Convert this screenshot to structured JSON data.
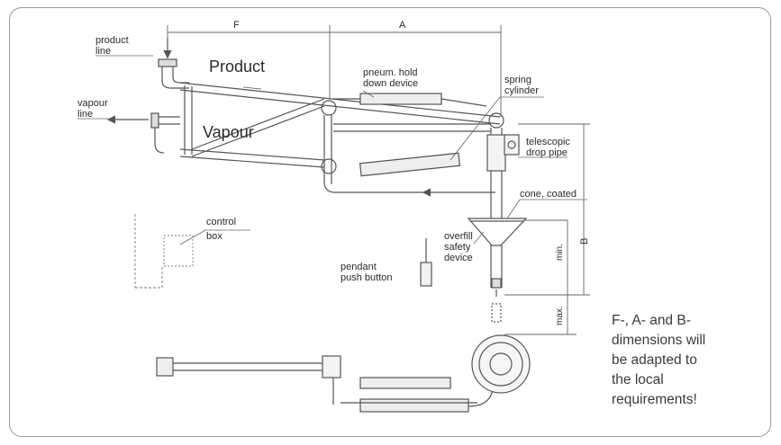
{
  "dimensions": {
    "f": "F",
    "a": "A",
    "b": "B",
    "min": "min.",
    "max": "max."
  },
  "labels": {
    "product_line": [
      "product",
      "line"
    ],
    "product": "Product",
    "vapour": "Vapour",
    "vapour_line": [
      "vapour",
      "line"
    ],
    "pneum_hold": [
      "pneum. hold",
      "down device"
    ],
    "spring_cylinder": [
      "spring",
      "cylinder"
    ],
    "telescopic": [
      "telescopic",
      "drop pipe"
    ],
    "cone": "cone, coated",
    "overfill": [
      "overfill",
      "safety",
      "device"
    ],
    "control_box": [
      "control",
      "box"
    ],
    "pendant": [
      "pendant",
      "push button"
    ]
  },
  "note_lines": [
    "F-, A- and B-",
    "dimensions will",
    "be adapted to",
    "the local",
    "requirements!"
  ]
}
